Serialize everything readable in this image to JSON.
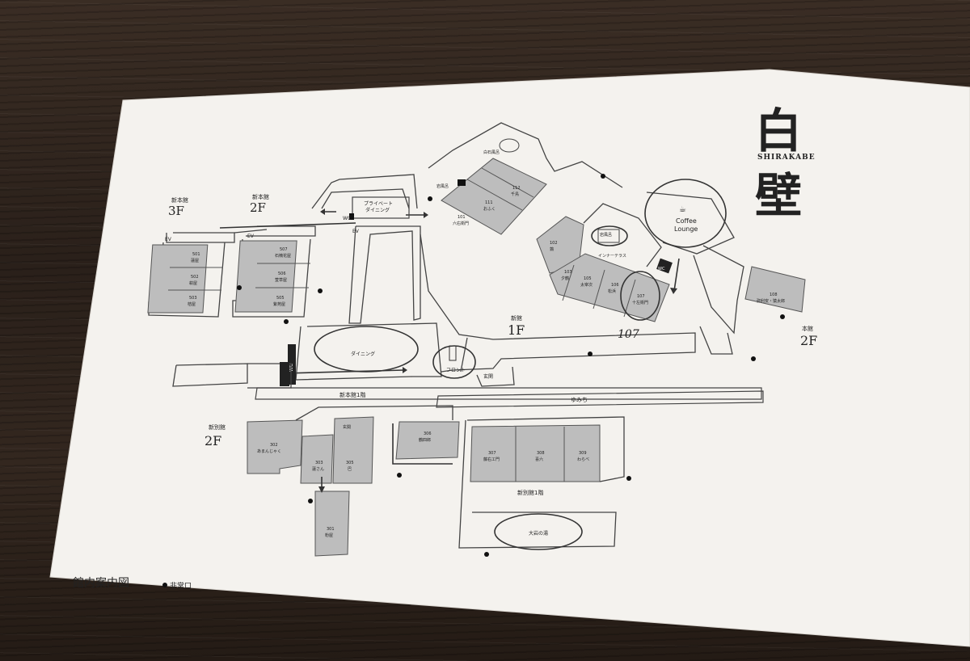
{
  "brand": {
    "kanji_1": "白",
    "kanji_2": "壁",
    "romaji": "SHIRAKABE"
  },
  "legend": {
    "title": "館内案内図",
    "exit_label": "非常口"
  },
  "floor_labels": {
    "shinhon_3f": {
      "building": "新本館",
      "floor": "3F"
    },
    "shinhon_2f": {
      "building": "新本館",
      "floor": "2F"
    },
    "shinkan_1f": {
      "building": "新館",
      "floor": "1F"
    },
    "honkan_2f": {
      "building": "本館",
      "floor": "2F"
    },
    "shinbekkan_2f": {
      "building": "新別館",
      "floor": "2F"
    }
  },
  "corridors": {
    "shinhon_1f": "新本館1階",
    "yumichi": "ゆみち",
    "shinbekkan_1f": "新別館1階"
  },
  "facilities": {
    "private_dining_1": "プライベート",
    "private_dining_2": "ダイニング",
    "dining": "ダイニング",
    "front": "フロント",
    "entrance_1": "玄関",
    "entrance_2": "玄関",
    "coffee": "Coffee",
    "lounge": "Lounge",
    "inner_terrace": "インナーテラス",
    "large_bath": "大岩の湯",
    "bath_1": "白石風呂",
    "bath_2": "岩風呂",
    "bath_3": "岩風呂",
    "wc": "WC",
    "ev": "EV"
  },
  "rooms": {
    "r301a": {
      "num": "501",
      "name": "蓮屋"
    },
    "r502": {
      "num": "502",
      "name": "萩屋"
    },
    "r503": {
      "num": "503",
      "name": "桔屋"
    },
    "r507": {
      "num": "507",
      "name": "石楠花屋"
    },
    "r506": {
      "num": "506",
      "name": "萱草屋"
    },
    "r505": {
      "num": "505",
      "name": "紫苑屋"
    },
    "r101": {
      "num": "101",
      "name": "六右衛門"
    },
    "r111": {
      "num": "111",
      "name": "おふく"
    },
    "r112": {
      "num": "112",
      "name": "千鳥"
    },
    "r102": {
      "num": "102",
      "name": "鶉"
    },
    "r103": {
      "num": "103",
      "name": "夕鶴"
    },
    "r105": {
      "num": "105",
      "name": "太宰次"
    },
    "r106": {
      "num": "106",
      "name": "松浜"
    },
    "r107": {
      "num": "107",
      "name": "十左衛門"
    },
    "r108": {
      "num": "108",
      "name": "弥利安・猿太郎"
    },
    "r302": {
      "num": "302",
      "name": "あまんじゃく"
    },
    "r303": {
      "num": "303",
      "name": "蓮さん"
    },
    "r305": {
      "num": "305",
      "name": "巴"
    },
    "r306": {
      "num": "306",
      "name": "鶴四郎"
    },
    "r307": {
      "num": "307",
      "name": "藤右エ門"
    },
    "r308": {
      "num": "308",
      "name": "喜六"
    },
    "r309": {
      "num": "309",
      "name": "わらべ"
    },
    "r301": {
      "num": "301",
      "name": "粉屋"
    }
  },
  "handwritten": {
    "note_107": "107"
  },
  "colors": {
    "paper": "#f4f2ee",
    "room_fill": "#bdbdbd",
    "ink": "#222222",
    "wood": "#2e241d"
  }
}
